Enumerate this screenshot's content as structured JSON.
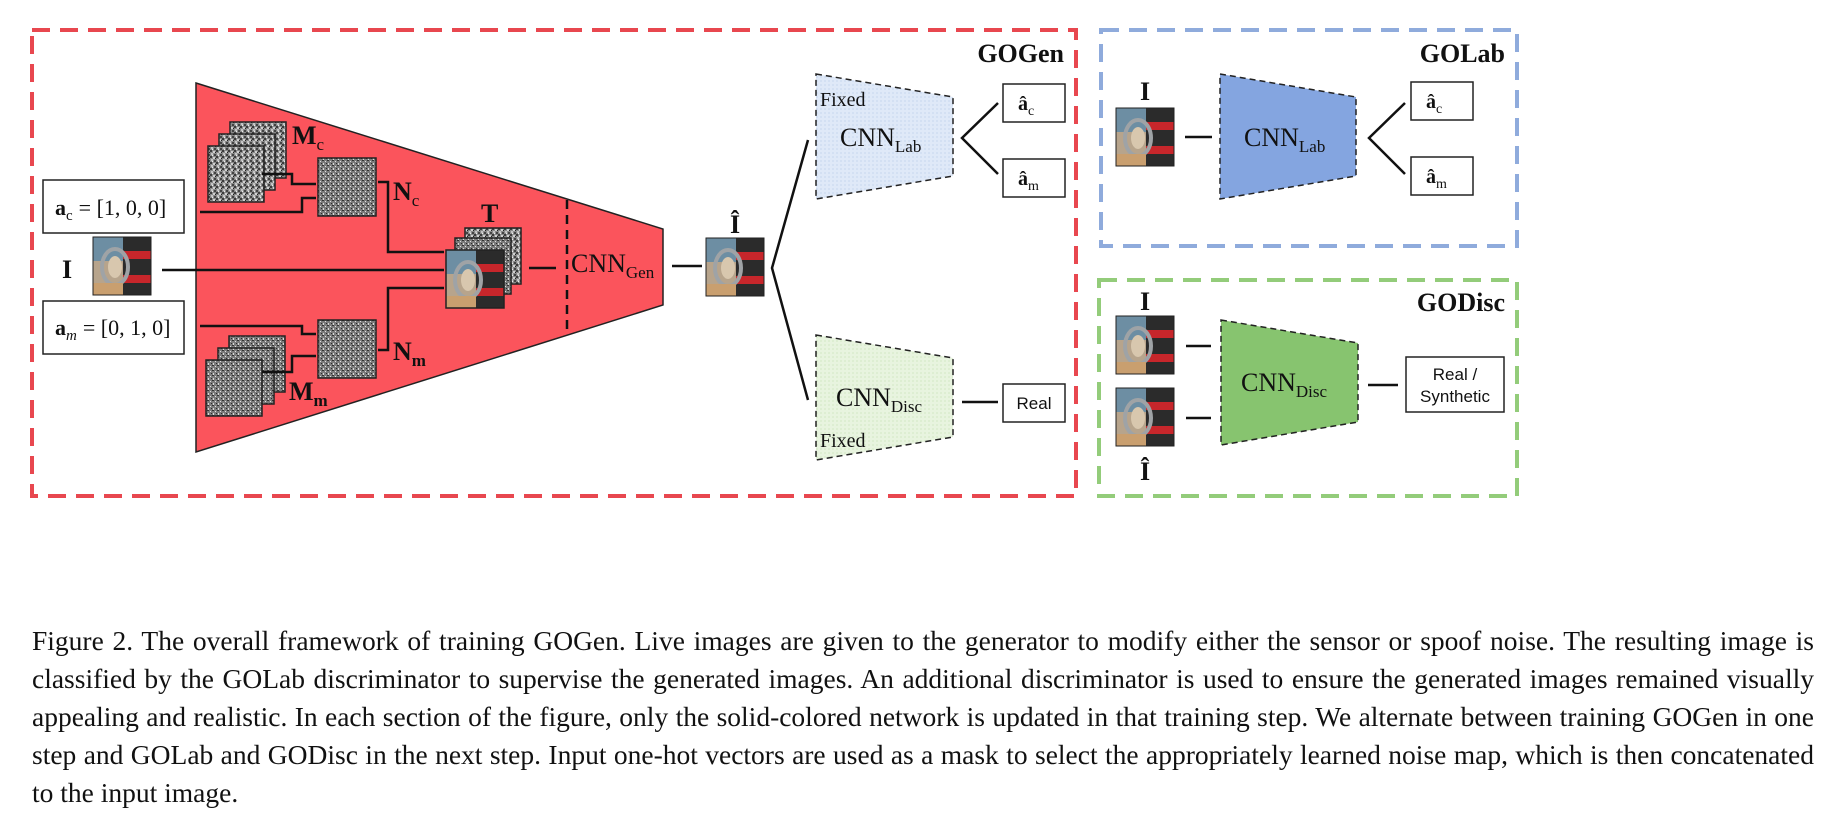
{
  "sections": {
    "gogen": {
      "title": "GOGen",
      "color": "#e8474f"
    },
    "golab": {
      "title": "GOLab",
      "color": "#8fabdc"
    },
    "godisc": {
      "title": "GODisc",
      "color": "#93cc7a"
    }
  },
  "generator": {
    "input_label": "I",
    "vec_c": {
      "lhs_main": "a",
      "lhs_sub": "c",
      "rhs": "= [1, 0, 0]"
    },
    "vec_m": {
      "lhs_main": "a",
      "lhs_sub": "m",
      "rhs": "= [0, 1, 0]"
    },
    "mc": {
      "main": "M",
      "sub": "c"
    },
    "mm": {
      "main": "M",
      "sub": "m"
    },
    "nc": {
      "main": "N",
      "sub": "c"
    },
    "nm": {
      "main": "N",
      "sub": "m"
    },
    "t": "T",
    "cnn_gen": {
      "main": "CNN",
      "sub": "Gen"
    },
    "output_label": "Î",
    "fill_color": "#fb545c"
  },
  "gogen_lab": {
    "fixed": "Fixed",
    "cnn": {
      "main": "CNN",
      "sub": "Lab"
    },
    "out_c": {
      "main": "â",
      "sub": "c"
    },
    "out_m": {
      "main": "â",
      "sub": "m"
    },
    "fill_color": "#dde8f8"
  },
  "gogen_disc": {
    "fixed": "Fixed",
    "cnn": {
      "main": "CNN",
      "sub": "Disc"
    },
    "out": "Real",
    "fill_color": "#e6f3de"
  },
  "golab": {
    "input_label": "I",
    "cnn": {
      "main": "CNN",
      "sub": "Lab"
    },
    "out_c": {
      "main": "â",
      "sub": "c"
    },
    "out_m": {
      "main": "â",
      "sub": "m"
    },
    "fill_color": "#84a5e0"
  },
  "godisc": {
    "input_top": "I",
    "input_bottom": "Î",
    "cnn": {
      "main": "CNN",
      "sub": "Disc"
    },
    "out_line1": "Real /",
    "out_line2": "Synthetic",
    "fill_color": "#87c46f"
  },
  "caption": "Figure 2. The overall framework of training GOGen. Live images are given to the generator to modify either the sensor or spoof noise. The resulting image is classified by the GOLab discriminator to supervise the generated images. An additional discriminator is used to ensure the generated images remained visually appealing and realistic. In each section of the figure, only the solid-colored network is updated in that training step. We alternate between training GOGen in one step and GOLab and GODisc in the next step. Input one-hot vectors are used as a mask to select the appropriately learned noise map, which is then concatenated to the input image."
}
